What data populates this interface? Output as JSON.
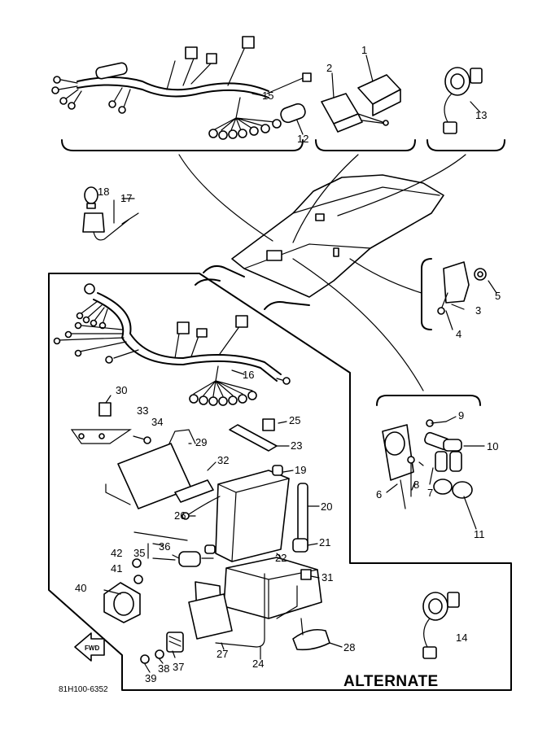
{
  "alternate_label": "ALTERNATE",
  "drawing_code": "81H100-6352",
  "fwd_label": "FWD",
  "callouts": {
    "p1": "1",
    "p2": "2",
    "p3": "3",
    "p4": "4",
    "p5": "5",
    "p6": "6",
    "p7": "7",
    "p8": "8",
    "p9": "9",
    "p10": "10",
    "p11": "11",
    "p12": "12",
    "p13": "13",
    "p14": "14",
    "p15": "15",
    "p16": "16",
    "p17": "17",
    "p18": "18",
    "p19": "19",
    "p20": "20",
    "p21": "21",
    "p22": "22",
    "p23": "23",
    "p24": "24",
    "p25": "25",
    "p26": "26",
    "p27": "27",
    "p28": "28",
    "p29": "29",
    "p30": "30",
    "p31": "31",
    "p32": "32",
    "p33": "33",
    "p34": "34",
    "p35": "35",
    "p36": "36",
    "p37": "37",
    "p38": "38",
    "p39": "39",
    "p40": "40",
    "p41": "41",
    "p42": "42"
  }
}
